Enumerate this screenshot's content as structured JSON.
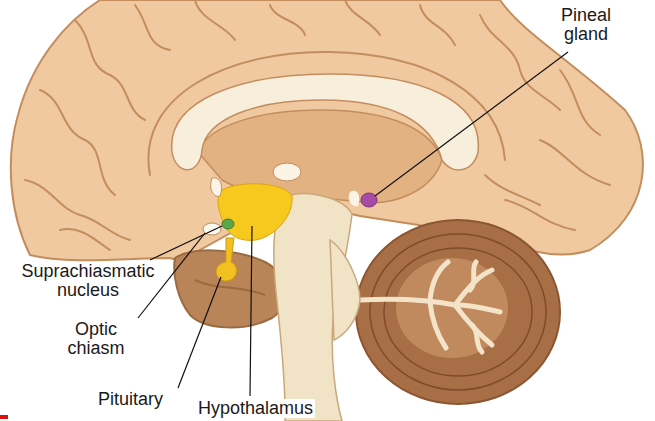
{
  "diagram": {
    "labels": [
      "Pineal gland",
      "Suprachiasmatic nucleus",
      "Optic chiasm",
      "Pituitary",
      "Hypothalamus"
    ]
  }
}
